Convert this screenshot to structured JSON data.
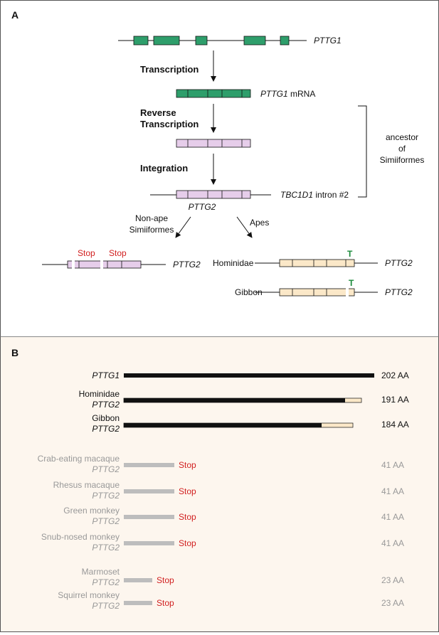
{
  "panel_a": {
    "label": "A",
    "pttg1_gene": "PTTG1",
    "step1": "Transcription",
    "mrna_name": "PTTG1",
    "mrna_suffix": " mRNA",
    "step2_line1": "Reverse",
    "step2_line2": "Transcription",
    "step3": "Integration",
    "host_gene": "TBC1D1",
    "host_suffix": " intron #2",
    "pttg2_label": "PTTG2",
    "ancestor_line1": "ancestor",
    "ancestor_line2": "of",
    "ancestor_line3": "Simiiformes",
    "nonape_line1": "Non-ape",
    "nonape_line2": "Simiiformes",
    "apes": "Apes",
    "stop": "Stop",
    "pttg2_nonape": "PTTG2",
    "hominidae": "Hominidae",
    "hominidae_t": "T",
    "hominidae_pttg2": "PTTG2",
    "gibbon": "Gibbon",
    "gibbon_t": "T",
    "gibbon_pttg2": "PTTG2"
  },
  "panel_b": {
    "label": "B",
    "proteins": [
      {
        "name": "",
        "gene": "PTTG1",
        "length": "202 AA"
      },
      {
        "name": "Hominidae",
        "gene": "PTTG2",
        "length": "191 AA"
      },
      {
        "name": "Gibbon",
        "gene": "PTTG2",
        "length": "184 AA"
      },
      {
        "name": "Crab-eating macaque",
        "gene": "PTTG2",
        "length": "41 AA",
        "stop": "Stop"
      },
      {
        "name": "Rhesus macaque",
        "gene": "PTTG2",
        "length": "41 AA",
        "stop": "Stop"
      },
      {
        "name": "Green monkey",
        "gene": "PTTG2",
        "length": "41 AA",
        "stop": "Stop"
      },
      {
        "name": "Snub-nosed monkey",
        "gene": "PTTG2",
        "length": "41 AA",
        "stop": "Stop"
      },
      {
        "name": "Marmoset",
        "gene": "PTTG2",
        "length": "23 AA",
        "stop": "Stop"
      },
      {
        "name": "Squirrel monkey",
        "gene": "PTTG2",
        "length": "23 AA",
        "stop": "Stop"
      }
    ]
  },
  "colors": {
    "exon_green": "#2e9e6b",
    "pink": "#e6cdea",
    "cream": "#fbe8c8",
    "stop_red": "#d12020",
    "t_green": "#1a8a3a",
    "bar_black": "#111111",
    "bar_gray": "#bdbdbd",
    "panel_b_bg": "#fdf6ee"
  }
}
